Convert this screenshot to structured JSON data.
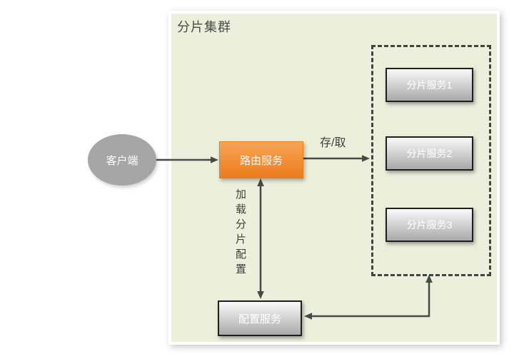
{
  "diagram": {
    "title": "分片集群",
    "client": {
      "label": "客户端"
    },
    "router": {
      "label": "路由服务"
    },
    "config_service": {
      "label": "配置服务"
    },
    "shard_group": {
      "services": [
        {
          "label": "分片服务1"
        },
        {
          "label": "分片服务2"
        },
        {
          "label": "分片服务3"
        }
      ]
    },
    "edges": {
      "client_to_router": "",
      "store_fetch_label": "存/取",
      "load_config_label": "加载分片配置"
    },
    "colors": {
      "container_bg": "#ebefdb",
      "accent_orange": "#ed7d31",
      "node_gray": "#a6a6a6",
      "line": "#454b46"
    }
  }
}
